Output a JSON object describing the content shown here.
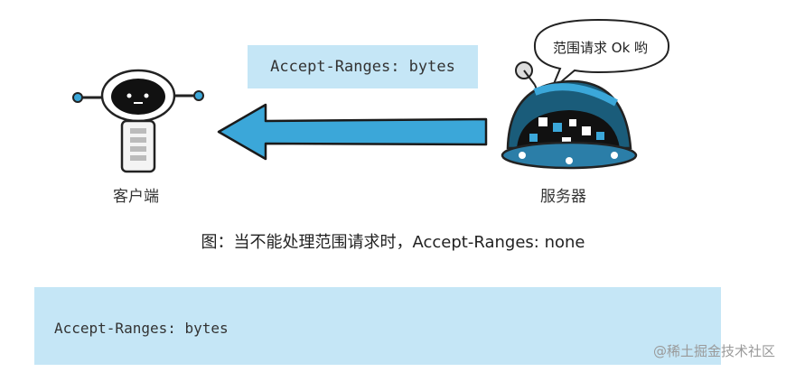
{
  "diagram": {
    "header_text": "Accept-Ranges: bytes",
    "client_label": "客户端",
    "server_label": "服务器",
    "server_speech": "范围请求 Ok 哟",
    "caption": "图：当不能处理范围请求时，Accept-Ranges: none"
  },
  "code_block": {
    "text": "Accept-Ranges: bytes"
  },
  "watermark": "@稀土掘金技术社区",
  "colors": {
    "highlight_bg": "#c5e6f6",
    "arrow_fill": "#3ba7d9",
    "arrow_stroke": "#1a1a1a"
  }
}
